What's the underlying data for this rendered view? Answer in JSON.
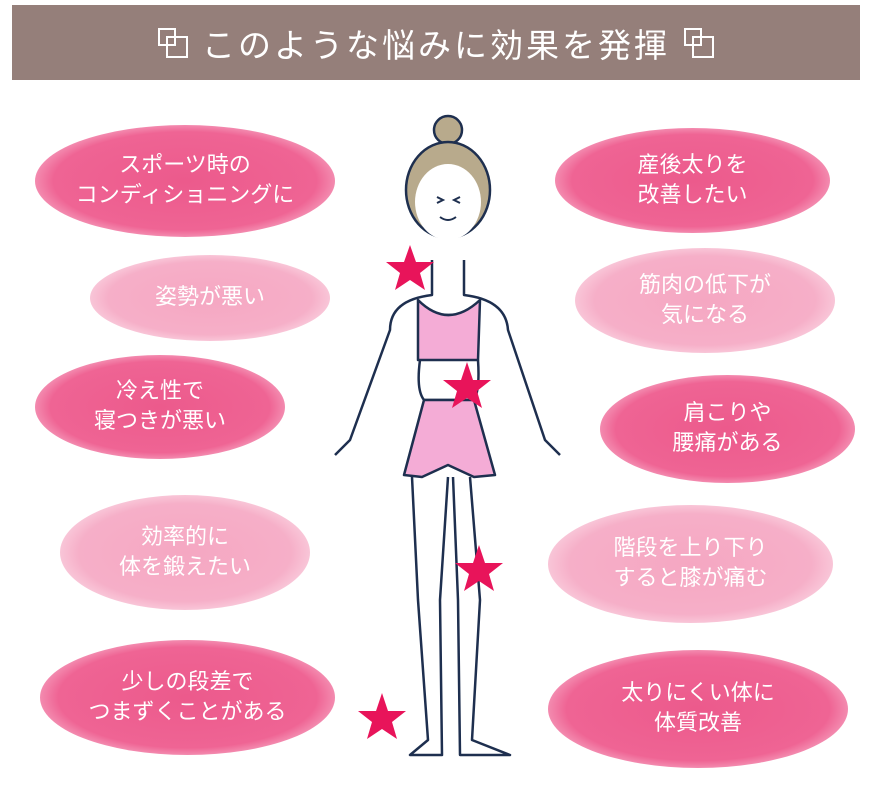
{
  "header": {
    "title": "このような悩みに効果を発揮"
  },
  "left": [
    {
      "lines": [
        "スポーツ時の",
        "コンディショニングに"
      ],
      "tone": "dark"
    },
    {
      "lines": [
        "姿勢が悪い"
      ],
      "tone": "light"
    },
    {
      "lines": [
        "冷え性で",
        "寝つきが悪い"
      ],
      "tone": "dark"
    },
    {
      "lines": [
        "効率的に",
        "体を鍛えたい"
      ],
      "tone": "light"
    },
    {
      "lines": [
        "少しの段差で",
        "つまずくことがある"
      ],
      "tone": "dark"
    }
  ],
  "right": [
    {
      "lines": [
        "産後太りを",
        "改善したい"
      ],
      "tone": "dark"
    },
    {
      "lines": [
        "筋肉の低下が",
        "気になる"
      ],
      "tone": "light"
    },
    {
      "lines": [
        "肩こりや",
        "腰痛がある"
      ],
      "tone": "dark"
    },
    {
      "lines": [
        "階段を上り下り",
        "すると膝が痛む"
      ],
      "tone": "light"
    },
    {
      "lines": [
        "太りにくい体に",
        "体質改善"
      ],
      "tone": "dark"
    }
  ],
  "colors": {
    "header": "#957f7a",
    "dark_oval": "#ec5a8c",
    "light_oval": "#f5a7c2",
    "star": "#e8145a"
  }
}
